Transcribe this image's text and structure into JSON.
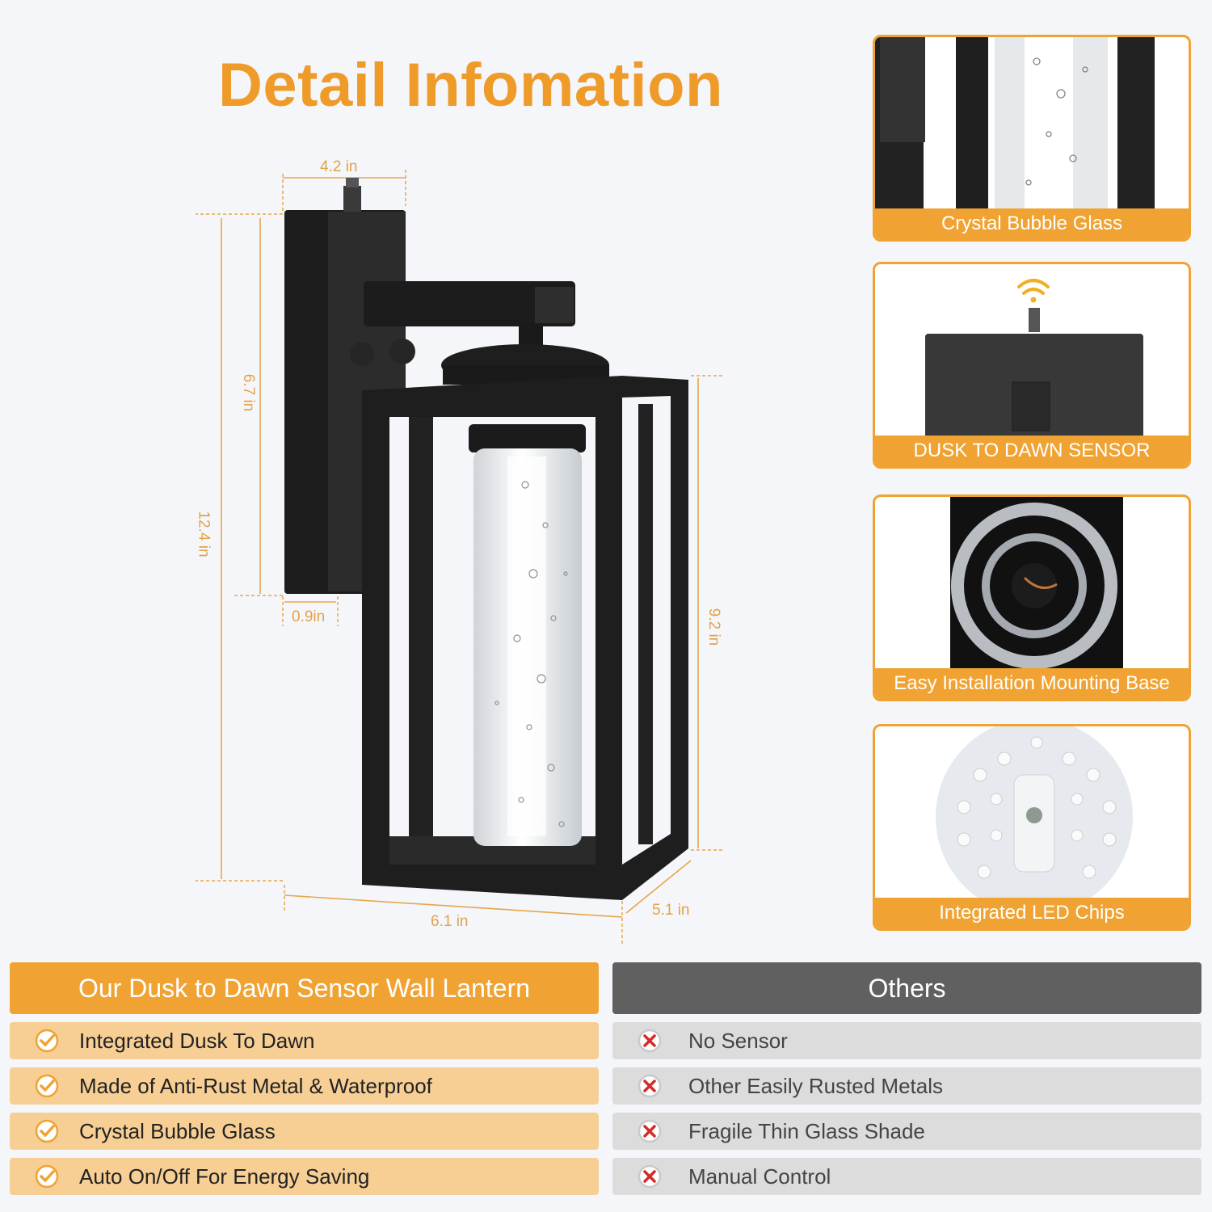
{
  "page": {
    "title": "Detail Infomation"
  },
  "dimensions": {
    "width_top": "4.2 in",
    "height_upper": "6.7 in",
    "height_total": "12.4 in",
    "depth_base": "0.9in",
    "height_shade": "9.2 in",
    "depth_bottom": "6.1 in",
    "width_bottom": "5.1 in"
  },
  "features": [
    {
      "caption": "Crystal Bubble Glass",
      "icon": "bubble-glass-photo"
    },
    {
      "caption": "DUSK TO DAWN  SENSOR",
      "icon": "sensor-photo"
    },
    {
      "caption": "Easy Installation Mounting Base",
      "icon": "mounting-base-photo"
    },
    {
      "caption": "Integrated LED Chips",
      "icon": "led-chips-photo"
    }
  ],
  "comparison": {
    "ours_title": "Our Dusk to Dawn Sensor Wall Lantern",
    "others_title": "Others",
    "ours": [
      "Integrated Dusk To Dawn",
      "Made of Anti-Rust Metal & Waterproof",
      "Crystal Bubble Glass",
      "Auto On/Off For Energy Saving"
    ],
    "others": [
      "No Sensor",
      "Other Easily Rusted Metals",
      "Fragile Thin Glass Shade",
      "Manual Control"
    ],
    "ours_icon": "check-circle-icon",
    "others_icon": "x-circle-icon"
  },
  "colors": {
    "accent": "#f0a332",
    "title": "#ee9b2a",
    "others_header": "#606060",
    "ours_row": "#f7cf95",
    "others_row": "#dcdcdc"
  }
}
